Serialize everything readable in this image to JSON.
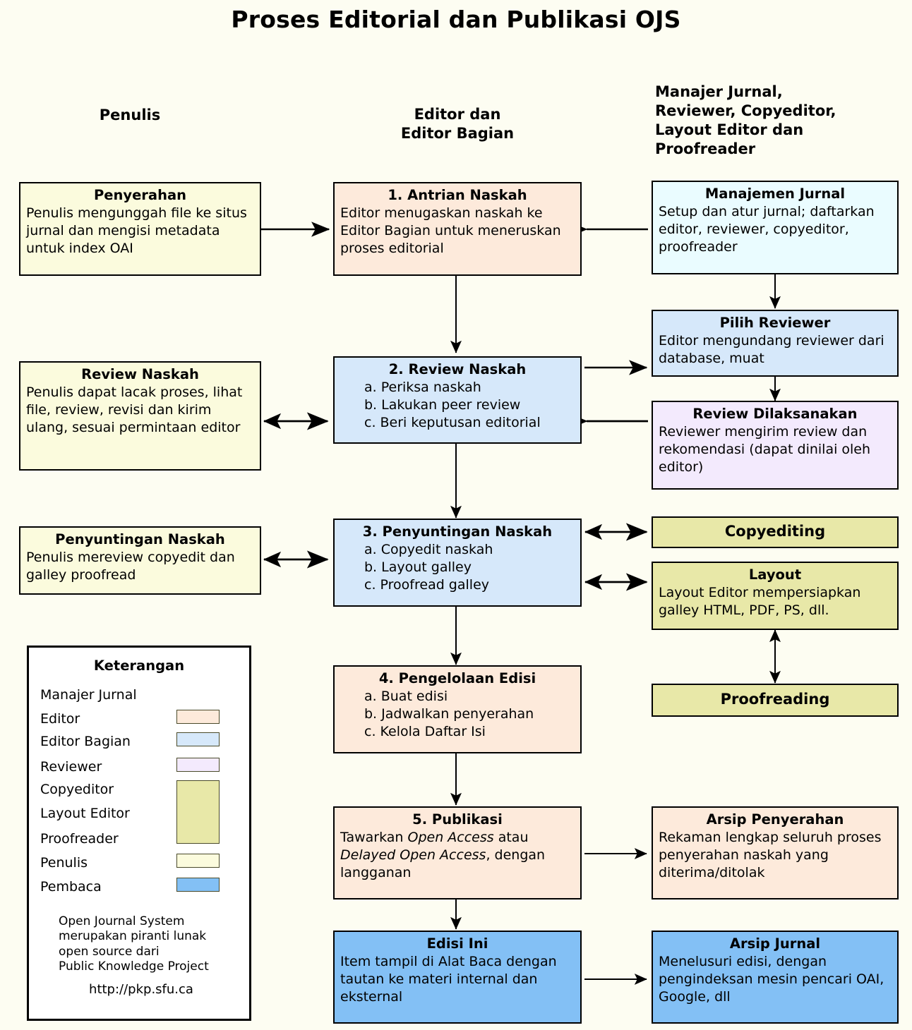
{
  "title": "Proses Editorial dan Publikasi OJS",
  "columns": [
    {
      "name": "penulis",
      "label": "Penulis"
    },
    {
      "name": "editor",
      "label": "Editor dan\nEditor Bagian"
    },
    {
      "name": "lainnya",
      "label": "Manajer Jurnal,\nReviewer, Copyeditor,\nLayout Editor dan\nProofreader"
    }
  ],
  "colors": {
    "page_background": "#fdfdf2",
    "editor_peach": "#fdeadb",
    "editor_bagian_blue": "#d6e8fa",
    "manajer_azure": "#eafcff",
    "reviewer_lavender": "#f3eafd",
    "copyeditor_khaki": "#e8e8a8",
    "penulis_cream": "#fbfbdd",
    "pembaca_blue": "#83c0f5",
    "legend_white": "#ffffff",
    "stroke": "#000000"
  },
  "boxes": {
    "penyerahan": {
      "title": "Penyerahan",
      "body": "Penulis mengunggah file ke situs jurnal dan mengisi metadata untuk index OAI"
    },
    "antrian_naskah": {
      "title": "1. Antrian Naskah",
      "body": "Editor menugaskan naskah ke Editor Bagian untuk meneruskan proses editorial"
    },
    "manajemen_jurnal": {
      "title": "Manajemen Jurnal",
      "body": "Setup dan atur jurnal; daftarkan editor, reviewer, copyeditor, proofreader"
    },
    "pilih_reviewer": {
      "title": "Pilih Reviewer",
      "body": "Editor mengundang reviewer dari database, muat"
    },
    "review_naskah_penulis": {
      "title": "Review Naskah",
      "body": "Penulis dapat lacak proses, lihat file, review, revisi dan kirim ulang, sesuai permintaan editor"
    },
    "review_naskah": {
      "title": "2. Review Naskah",
      "items": [
        "a. Periksa naskah",
        "b. Lakukan peer review",
        "c. Beri keputusan editorial"
      ]
    },
    "review_dilaksanakan": {
      "title": "Review Dilaksanakan",
      "body": "Reviewer mengirim review dan rekomendasi (dapat dinilai oleh editor)"
    },
    "penyuntingan_naskah_penulis": {
      "title": "Penyuntingan Naskah",
      "body": "Penulis mereview copyedit dan galley proofread"
    },
    "penyuntingan_naskah": {
      "title": "3. Penyuntingan Naskah",
      "items": [
        "a. Copyedit naskah",
        "b. Layout galley",
        "c. Proofread galley"
      ]
    },
    "copyediting": {
      "title": "Copyediting"
    },
    "layout": {
      "title": "Layout",
      "body": "Layout Editor mempersiapkan galley HTML, PDF, PS, dll."
    },
    "proofreading": {
      "title": "Proofreading"
    },
    "pengelolaan_edisi": {
      "title": "4. Pengelolaan Edisi",
      "items": [
        "a. Buat edisi",
        "b. Jadwalkan penyerahan",
        "c. Kelola Daftar Isi"
      ]
    },
    "publikasi": {
      "title": "5. Publikasi",
      "body_part1": "Tawarkan ",
      "body_italic1": "Open Access",
      "body_part2": " atau ",
      "body_italic2": "Delayed Open Access",
      "body_part3": ", dengan langganan"
    },
    "arsip_penyerahan": {
      "title": "Arsip Penyerahan",
      "body": "Rekaman lengkap seluruh proses penyerahan naskah yang diterima/ditolak"
    },
    "edisi_ini": {
      "title": "Edisi Ini",
      "body": "Item tampil di Alat Baca dengan tautan ke materi internal dan eksternal"
    },
    "arsip_jurnal": {
      "title": "Arsip Jurnal",
      "body": "Menelusuri edisi, dengan pengindeksan mesin pencari OAI, Google, dll"
    }
  },
  "legend": {
    "title": "Keterangan",
    "entries": [
      {
        "label": "Manajer Jurnal",
        "swatch": null
      },
      {
        "label": "Editor",
        "swatch": "#fdeadb"
      },
      {
        "label": "Editor Bagian",
        "swatch": "#d6e8fa"
      },
      {
        "label": "Reviewer",
        "swatch": "#f3eafd"
      },
      {
        "label": "Copyeditor",
        "swatch": "#e8e8a8"
      },
      {
        "label": "Layout Editor",
        "swatch": "#e8e8a8"
      },
      {
        "label": "Proofreader",
        "swatch": "#e8e8a8"
      },
      {
        "label": "Penulis",
        "swatch": "#fbfbdd"
      },
      {
        "label": "Pembaca",
        "swatch": "#83c0f5"
      }
    ],
    "note": "Open Journal System\nmerupakan piranti lunak\nopen source dari\nPublic Knowledge Project",
    "url": "http://pkp.sfu.ca"
  }
}
